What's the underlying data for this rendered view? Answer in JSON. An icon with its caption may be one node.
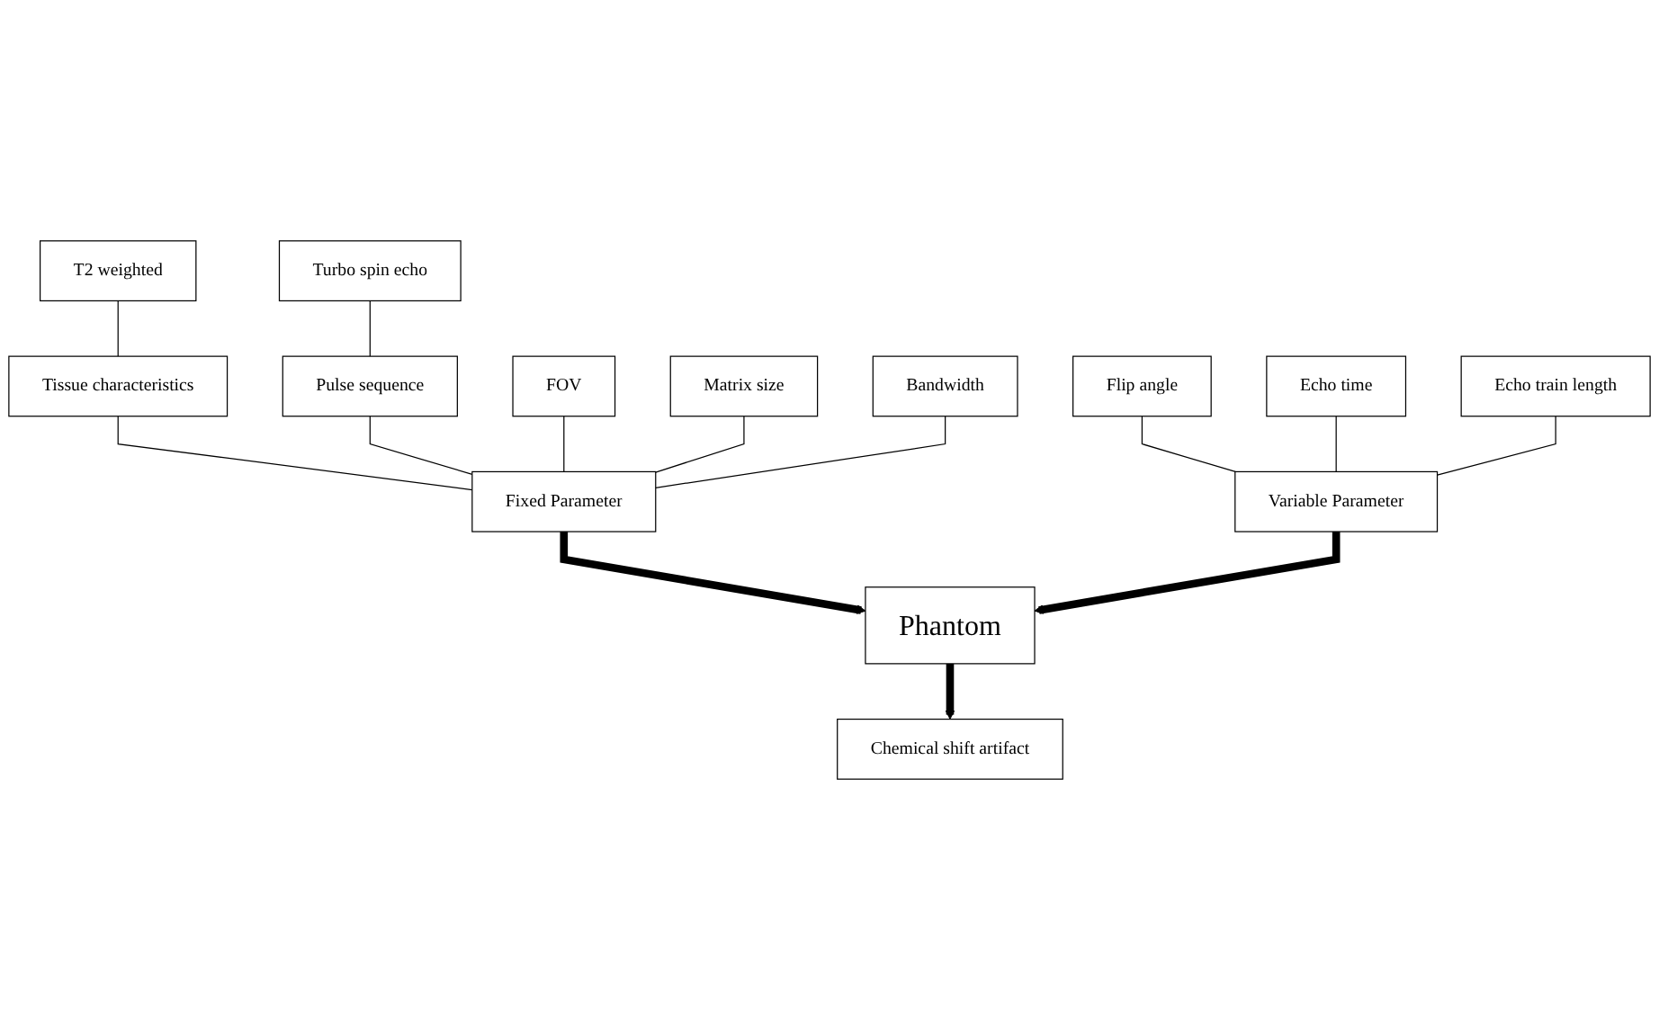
{
  "diagram": {
    "nodes": [
      {
        "text": [
          "T2 weighted"
        ]
      },
      {
        "text": [
          "Turbo spin echo"
        ]
      },
      {
        "text": [
          "Flip angle"
        ]
      },
      {
        "text": [
          "Echo time"
        ]
      },
      {
        "text": [
          "Echo train length"
        ]
      },
      {
        "text": [
          "Tissue characteristics"
        ]
      },
      {
        "text": [
          "Pulse sequence"
        ]
      },
      {
        "text": [
          "FOV"
        ]
      },
      {
        "text": [
          "Matrix size"
        ]
      },
      {
        "text": [
          "Bandwidth"
        ]
      },
      {
        "text": [
          "Fixed Parameter"
        ]
      },
      {
        "text": [
          "Phantom"
        ]
      },
      {
        "text": [
          "Variable Parameter"
        ]
      },
      {
        "text": [
          "Chemical shift artifact"
        ]
      }
    ],
    "edges": [
      {
        "from": 0,
        "to": 5,
        "arrow": "none"
      },
      {
        "from": 1,
        "to": 6,
        "arrow": "none"
      },
      {
        "from": 5,
        "to": 10,
        "arrow": "none"
      },
      {
        "from": 6,
        "to": 10,
        "arrow": "none"
      },
      {
        "from": 7,
        "to": 10,
        "arrow": "none"
      },
      {
        "from": 8,
        "to": 10,
        "arrow": "none"
      },
      {
        "from": 9,
        "to": 10,
        "arrow": "none"
      },
      {
        "from": 2,
        "to": 12,
        "arrow": "none"
      },
      {
        "from": 3,
        "to": 12,
        "arrow": "none"
      },
      {
        "from": 4,
        "to": 12,
        "arrow": "none"
      },
      {
        "from": 10,
        "to": 11,
        "arrow": "to",
        "style": "thick"
      },
      {
        "from": 12,
        "to": 11,
        "arrow": "to",
        "style": "thick"
      },
      {
        "from": 11,
        "to": 13,
        "arrow": "to",
        "style": "thick"
      }
    ]
  }
}
